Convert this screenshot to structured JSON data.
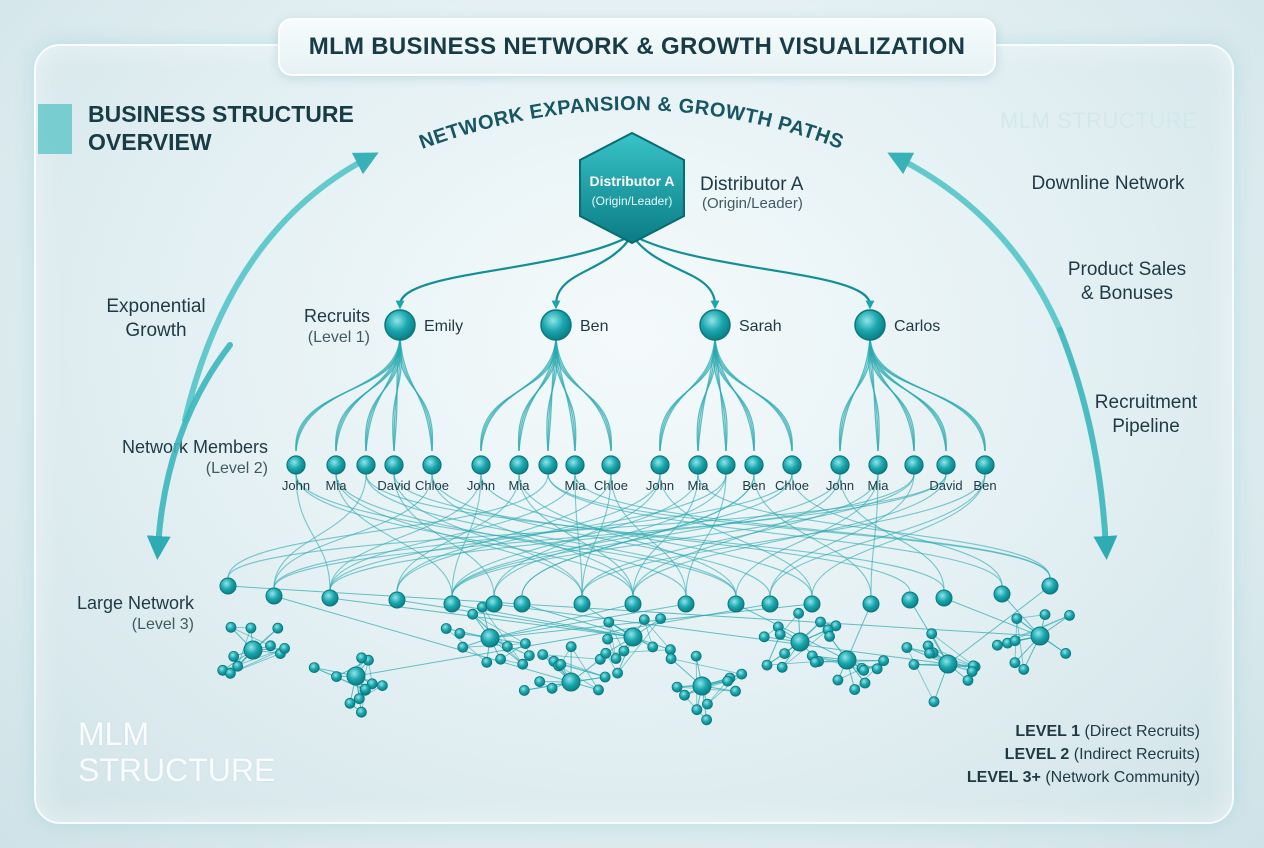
{
  "title": "MLM BUSINESS NETWORK & GROWTH VISUALIZATION",
  "arc_label": "NETWORK EXPANSION & GROWTH PATHS",
  "overview_heading": [
    "BUSINESS STRUCTURE",
    "OVERVIEW"
  ],
  "watermark_top": "MLM STRUCTURE",
  "watermark_bottom": [
    "MLM",
    "STRUCTURE"
  ],
  "left_labels": {
    "exponential_growth": [
      "Exponential",
      "Growth"
    ],
    "recruits": {
      "name": "Recruits",
      "level": "(Level 1)"
    },
    "network_members": {
      "name": "Network Members",
      "level": "(Level 2)"
    },
    "large_network": {
      "name": "Large Network",
      "level": "(Level 3)"
    }
  },
  "right_labels": {
    "downline": "Downline Network",
    "product_sales": [
      "Product Sales",
      "& Bonuses"
    ],
    "recruitment": [
      "Recruitment",
      "Pipeline"
    ]
  },
  "root": {
    "name": "Distributor A",
    "role": "(Origin/Leader)"
  },
  "level1": [
    "Emily",
    "Ben",
    "Sarah",
    "Carlos"
  ],
  "level2": [
    [
      "John",
      "Mia",
      "David",
      "Chloe"
    ],
    [
      "John",
      "Mia",
      "Mia",
      "Chloe"
    ],
    [
      "John",
      "Mia",
      "Ben",
      "Chloe"
    ],
    [
      "John",
      "Mia",
      "David",
      "Ben"
    ]
  ],
  "legend": [
    {
      "level": "LEVEL 1",
      "desc": "(Direct Recruits)"
    },
    {
      "level": "LEVEL 2",
      "desc": "(Indirect Recruits)"
    },
    {
      "level": "LEVEL 3+",
      "desc": "(Network Community)"
    }
  ],
  "colors": {
    "node": "#1aa6ad",
    "node_dark": "#0c7f86",
    "edge": "#2aa9b0",
    "root": "#0f8f98",
    "text": "#1f3a44"
  }
}
